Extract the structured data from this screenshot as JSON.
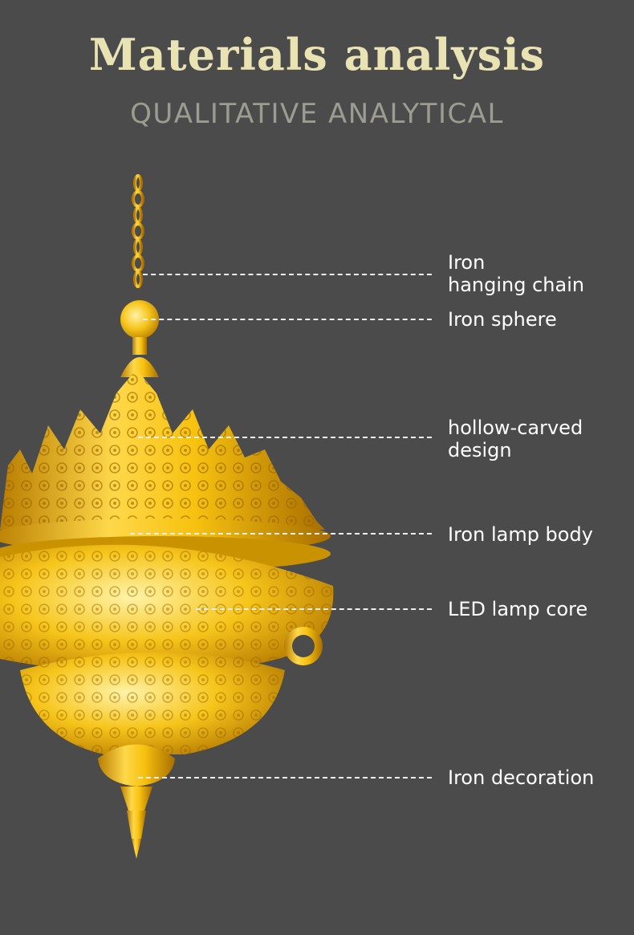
{
  "header": {
    "title": "Materials analysis",
    "subtitle": "QUALITATIVE ANALYTICAL"
  },
  "image": {
    "subject": "gold-chandelier",
    "accent": "#f2c415"
  },
  "labels": [
    {
      "lines": [
        "Iron",
        "hanging chain"
      ]
    },
    {
      "lines": [
        "Iron sphere"
      ]
    },
    {
      "lines": [
        "hollow-carved",
        "design"
      ]
    },
    {
      "lines": [
        "Iron lamp body"
      ]
    },
    {
      "lines": [
        "LED lamp core"
      ]
    },
    {
      "lines": [
        "Iron decoration"
      ]
    }
  ]
}
